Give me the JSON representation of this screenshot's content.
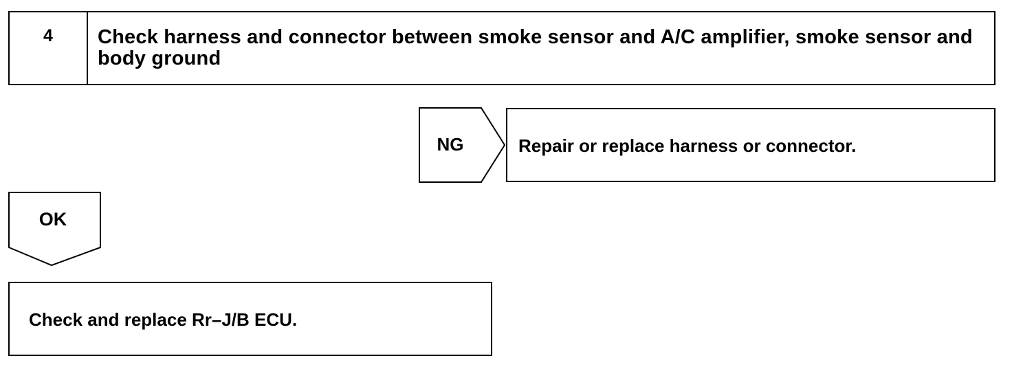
{
  "step": {
    "number": "4",
    "title": "Check harness and connector between smoke sensor and A/C amplifier, smoke sensor and body ground"
  },
  "ng": {
    "label": "NG",
    "action": "Repair or replace harness or connector."
  },
  "ok": {
    "label": "OK",
    "action": "Check and replace Rr–J/B ECU."
  }
}
